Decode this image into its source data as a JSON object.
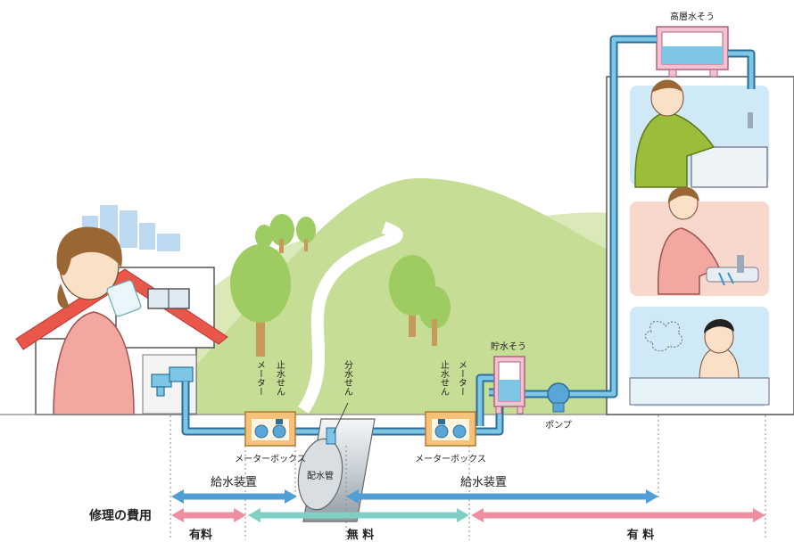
{
  "labels": {
    "high_tank": "高層水そう",
    "storage_tank": "貯水そう",
    "pump": "ポンプ",
    "meter_box_left": "メーターボックス",
    "meter_box_right": "メーターボックス",
    "meter_left": "メーター",
    "stopcock_left": "止水せん",
    "branch_valve": "分水せん",
    "meter_right": "メーター",
    "stopcock_right": "止水せん",
    "main_pipe": "配水管"
  },
  "legend": {
    "supply_left": "給水装置",
    "supply_right": "給水装置",
    "repair_cost": "修理の費用",
    "paid_left": "有料",
    "free": "無 料",
    "paid_right": "有 料"
  },
  "colors": {
    "pipe": "#7ec6e6",
    "pipe_outline": "#2a6f9a",
    "supply_arrow": "#4f9fd6",
    "paid_arrow": "#ef8ea0",
    "free_arrow": "#7fcfc4",
    "hill": "#c9df9a",
    "meter_box": "#f6c27a"
  }
}
